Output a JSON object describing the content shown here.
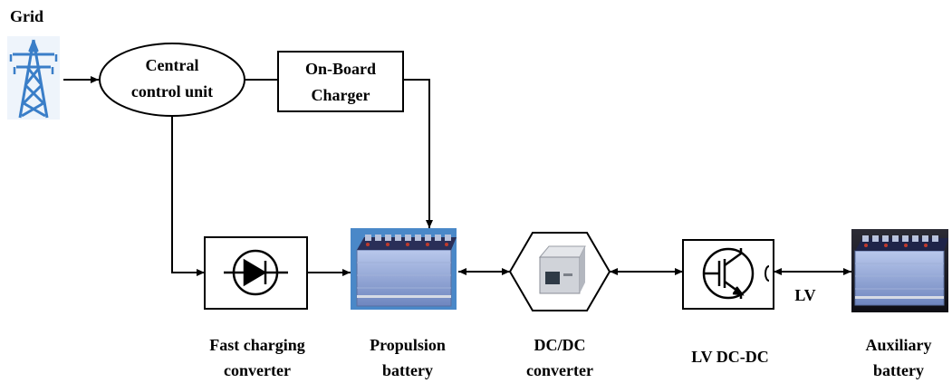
{
  "diagram": {
    "grid_label": "Grid",
    "central_control": {
      "line1": "Central",
      "line2": "control unit"
    },
    "onboard_charger": {
      "line1": "On-Board",
      "line2": "Charger"
    },
    "fast_charging": {
      "line1": "Fast charging",
      "line2": "converter"
    },
    "propulsion": {
      "line1": "Propulsion",
      "line2": "battery"
    },
    "dcdc": {
      "line1": "DC/DC",
      "line2": "converter"
    },
    "lv_dcdc": {
      "line1": "LV DC-DC"
    },
    "lv_label": "LV",
    "auxiliary": {
      "line1": "Auxiliary",
      "line2": "battery"
    }
  },
  "colors": {
    "tower": "#3a7ec8",
    "battery_body": "#8fa7d8",
    "battery_top": "#2a2f58",
    "battery_bg": "#4a88c8",
    "line": "#000000"
  },
  "icons": [
    "transmission-tower-icon",
    "diode-icon",
    "igbt-icon"
  ]
}
